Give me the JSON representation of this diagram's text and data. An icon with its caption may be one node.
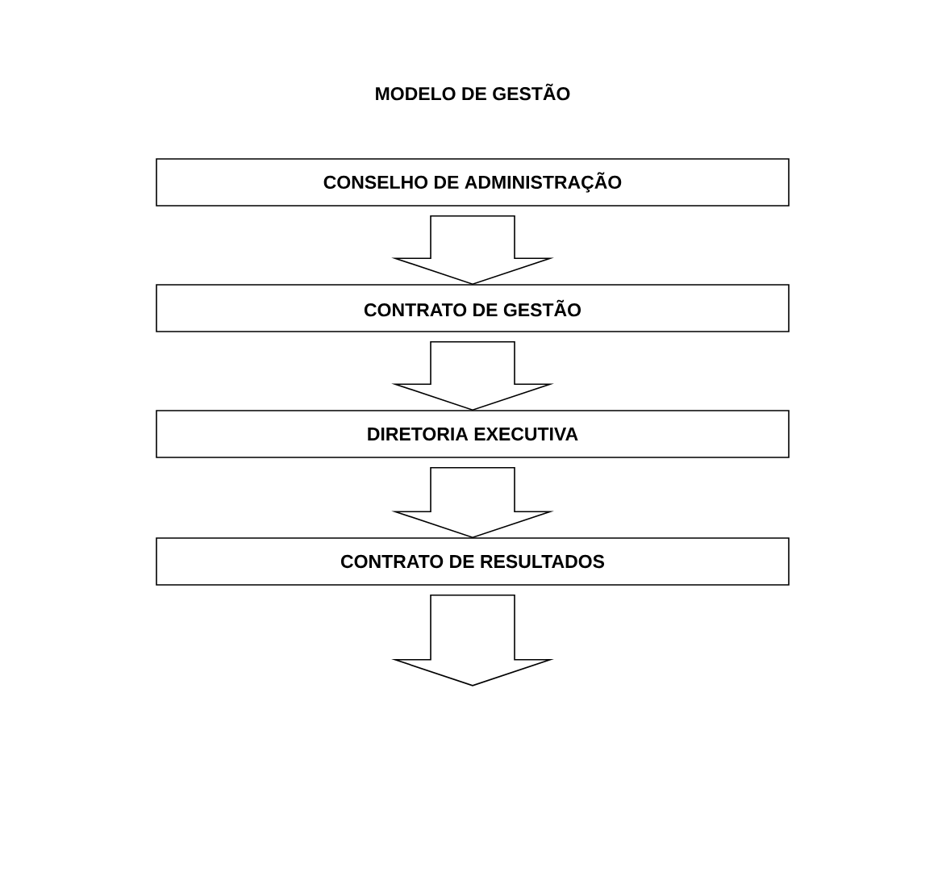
{
  "diagram": {
    "title": "MODELO DE GESTÃO",
    "nodes": [
      {
        "text": [
          "CONSELHO DE ADMINISTRAÇÃO"
        ]
      },
      {
        "text": [
          "CONTRATO DE GESTÃO"
        ]
      },
      {
        "text": [
          "DIRETORIA EXECUTIVA"
        ]
      },
      {
        "text": [
          "CONTRATO DE RESULTADOS"
        ]
      }
    ],
    "edges": [
      {
        "from": 0,
        "to": 1,
        "arrow": "to"
      },
      {
        "from": 1,
        "to": 2,
        "arrow": "to"
      },
      {
        "from": 2,
        "to": 3,
        "arrow": "to"
      },
      {
        "from": 3,
        "to": null,
        "arrow": "to"
      }
    ]
  }
}
